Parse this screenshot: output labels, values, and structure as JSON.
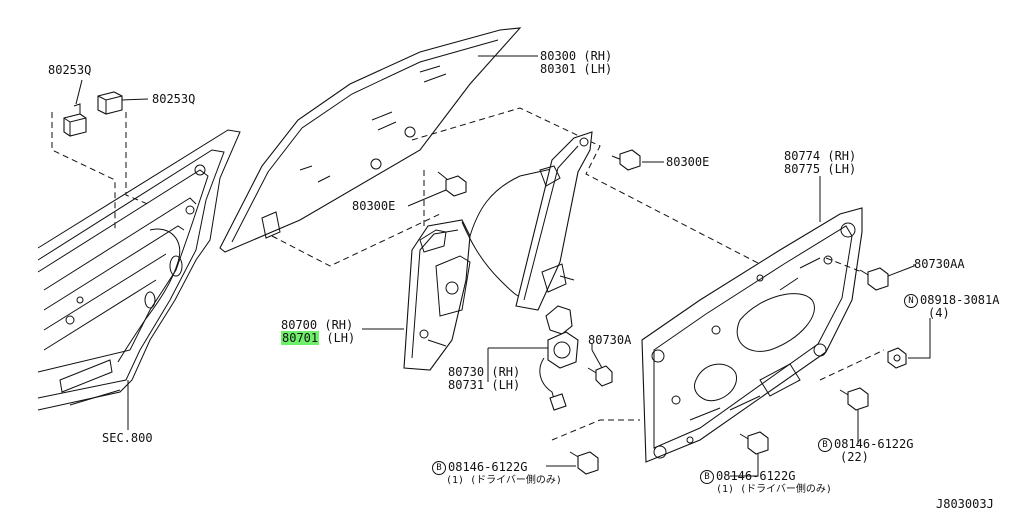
{
  "labels": {
    "clip_top": "80253Q",
    "clip_right": "80253Q",
    "glass": [
      "80300 (RH)",
      "80301 (LH)"
    ],
    "bolt_right": "80300E",
    "bolt_left": "80300E",
    "regulator_rh": "80700 (RH)",
    "regulator_lh_code": "80701",
    "regulator_lh_suffix": " (LH)",
    "motor": [
      "80730 (RH)",
      "80731 (LH)"
    ],
    "screw_motor": "80730A",
    "panel": [
      "80774 (RH)",
      "80775 (LH)"
    ],
    "bolt_panel": "80730AA",
    "nut_symbol": "N",
    "nut_code": "08918-3081A",
    "nut_qty": "(4)",
    "bolt_b_symbol": "B",
    "bolt_b1_code": "08146-6122G",
    "bolt_b1_qty": "(22)",
    "bolt_b2_code": "08146-6122G",
    "bolt_b2_note": "(1) (ドライバー側のみ)",
    "bolt_b3_code": "08146-6122G",
    "bolt_b3_note": "(1) (ドライバー側のみ)",
    "section": "SEC.800",
    "diagram_id": "J803003J"
  },
  "colors": {
    "highlight": "#6ef06a",
    "line": "#111111"
  }
}
